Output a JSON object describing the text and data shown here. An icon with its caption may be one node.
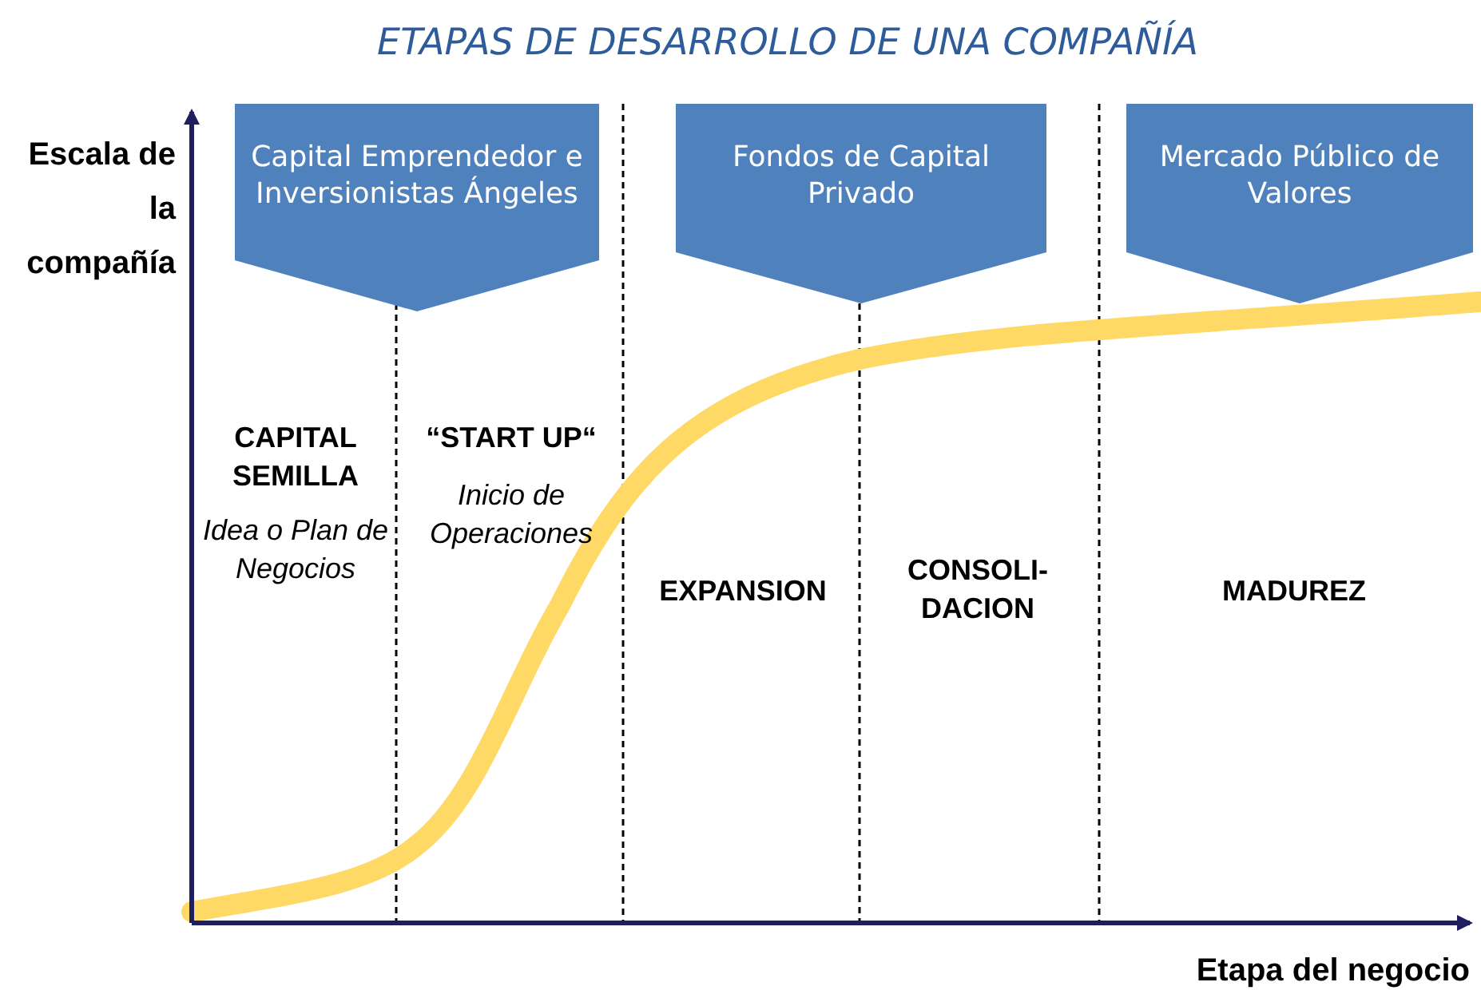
{
  "diagram": {
    "title": "ETAPAS DE DESARROLLO DE UNA COMPAÑÍA",
    "nodes": [
      {
        "text": [
          "Capital Emprendedor e Inversionistas Ángeles"
        ]
      },
      {
        "text": [
          "Fondos de Capital Privado"
        ]
      },
      {
        "text": [
          "Mercado Público de Valores"
        ]
      }
    ],
    "labels": [
      "Escala de la compañía",
      "CAPITAL SEMILLA",
      "Idea o Plan de Negocios",
      "“START UP“",
      "Inicio de Operaciones",
      "EXPANSION",
      "CONSOLI- DACION",
      "MADUREZ",
      "Etapa del negocio"
    ]
  }
}
